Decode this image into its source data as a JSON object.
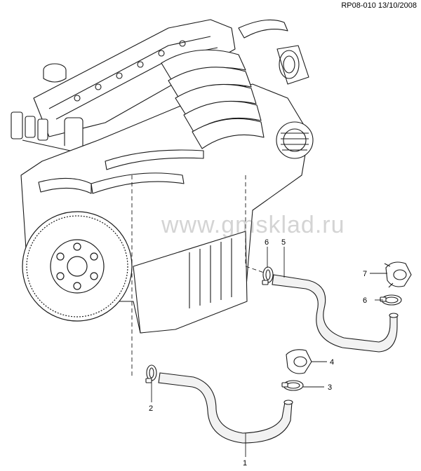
{
  "header": {
    "reference": "RP08-010 13/10/2008"
  },
  "watermark": "www.gmsklad.ru",
  "callouts": [
    {
      "id": "part-1",
      "label": "1"
    },
    {
      "id": "part-2",
      "label": "2"
    },
    {
      "id": "part-3",
      "label": "3"
    },
    {
      "id": "part-4",
      "label": "4"
    },
    {
      "id": "part-5",
      "label": "5"
    },
    {
      "id": "part-6a",
      "label": "6"
    },
    {
      "id": "part-6b",
      "label": "6"
    },
    {
      "id": "part-7",
      "label": "7"
    }
  ],
  "colors": {
    "line": "#1a1a1a",
    "hose_fill": "#f2f2f2",
    "engine_fill": "#ffffff"
  }
}
